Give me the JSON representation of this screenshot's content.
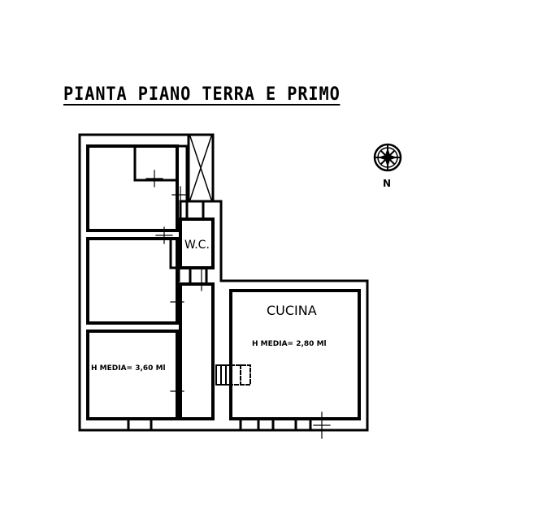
{
  "title": "PIANTA PIANO TERRA E PRIMO",
  "compass": {
    "icon": "compass-rose-icon",
    "label": "N"
  },
  "rooms": [
    {
      "id": "wc",
      "label": "W.C."
    },
    {
      "id": "kitchen",
      "label": "CUCINA",
      "height_note": "H MEDIA= 2,80 Ml"
    },
    {
      "id": "bedroom",
      "height_note": "H MEDIA= 3,60 Ml"
    }
  ],
  "colors": {
    "line": "#000000",
    "background": "#ffffff"
  }
}
